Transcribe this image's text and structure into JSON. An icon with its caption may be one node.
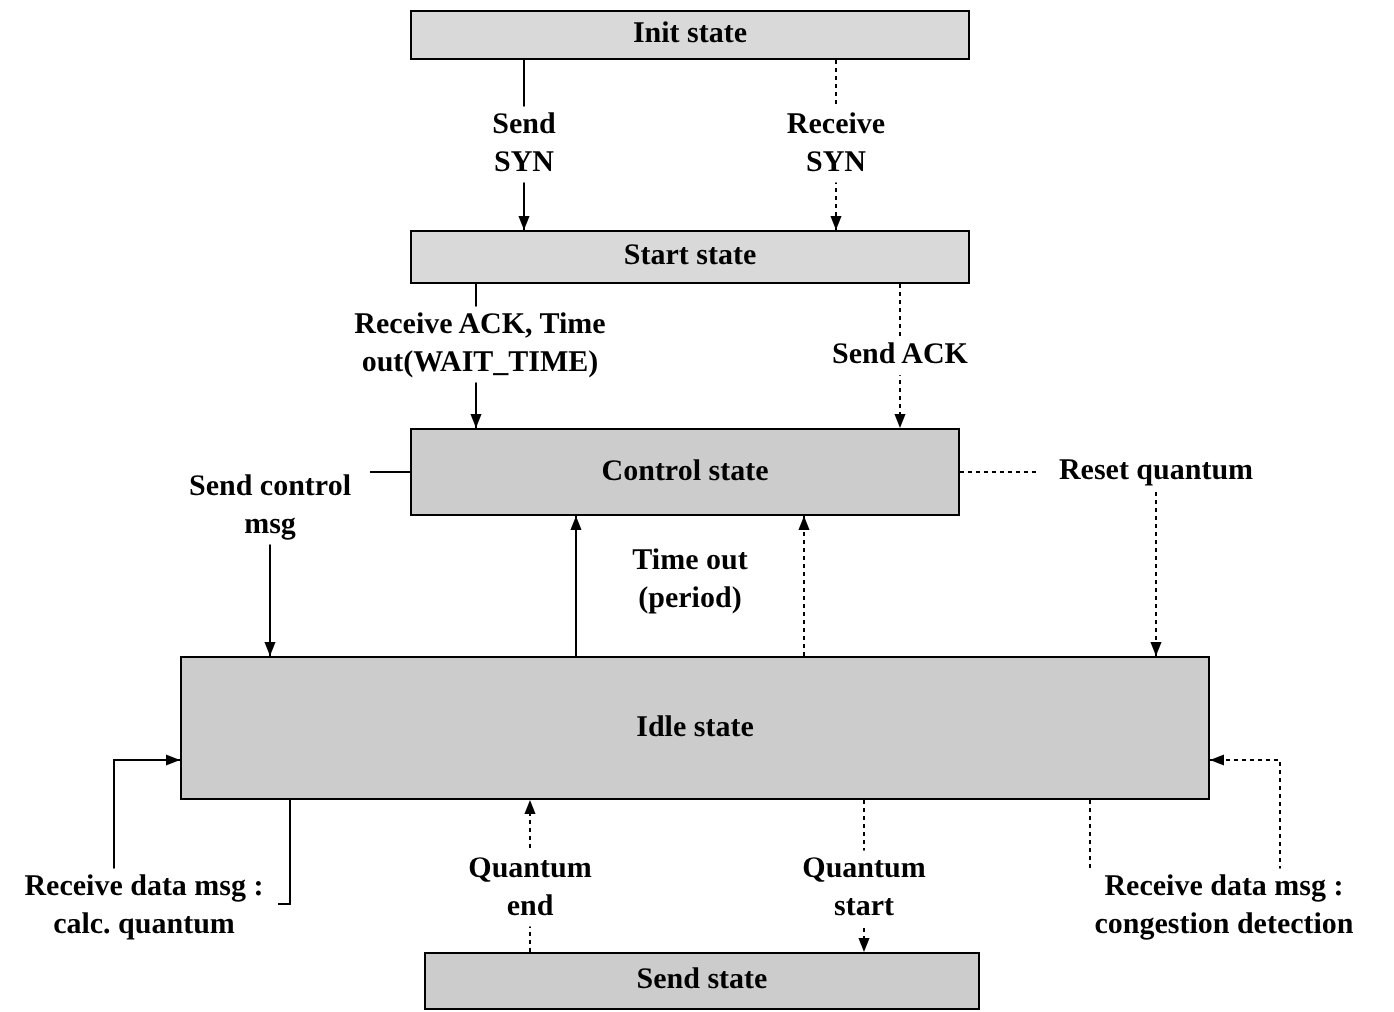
{
  "diagram": {
    "nodes": [
      {
        "text": [
          "Init state"
        ]
      },
      {
        "text": [
          "Start state"
        ]
      },
      {
        "text": [
          "Control state"
        ]
      },
      {
        "text": [
          "Idle state"
        ]
      },
      {
        "text": [
          "Send state"
        ]
      }
    ],
    "edges": [
      {
        "from": 0,
        "to": 1,
        "arrow": "to",
        "label": "Send SYN"
      },
      {
        "from": 0,
        "to": 1,
        "arrow": "to",
        "label": "Receive SYN",
        "style": "dashed"
      },
      {
        "from": 1,
        "to": 2,
        "arrow": "to",
        "label": "Receive ACK, Time out(WAIT_TIME)"
      },
      {
        "from": 1,
        "to": 2,
        "arrow": "to",
        "label": "Send ACK",
        "style": "dashed"
      },
      {
        "from": 3,
        "to": 2,
        "arrow": "to",
        "label": "Time out (period)"
      },
      {
        "from": 3,
        "to": 2,
        "arrow": "to",
        "style": "dashed"
      },
      {
        "from": 2,
        "to": 3,
        "arrow": "to",
        "label": "Send control msg"
      },
      {
        "from": 2,
        "to": 3,
        "arrow": "to",
        "label": "Reset quantum",
        "style": "dashed"
      },
      {
        "from": 3,
        "to": 3,
        "arrow": "to",
        "label": "Receive data msg : calc. quantum"
      },
      {
        "from": 3,
        "to": 3,
        "arrow": "to",
        "label": "Receive data msg : congestion detection",
        "style": "dashed"
      },
      {
        "from": 4,
        "to": 3,
        "arrow": "to",
        "label": "Quantum end",
        "style": "dashed"
      },
      {
        "from": 3,
        "to": 4,
        "arrow": "to",
        "label": "Quantum start",
        "style": "dashed"
      }
    ]
  }
}
